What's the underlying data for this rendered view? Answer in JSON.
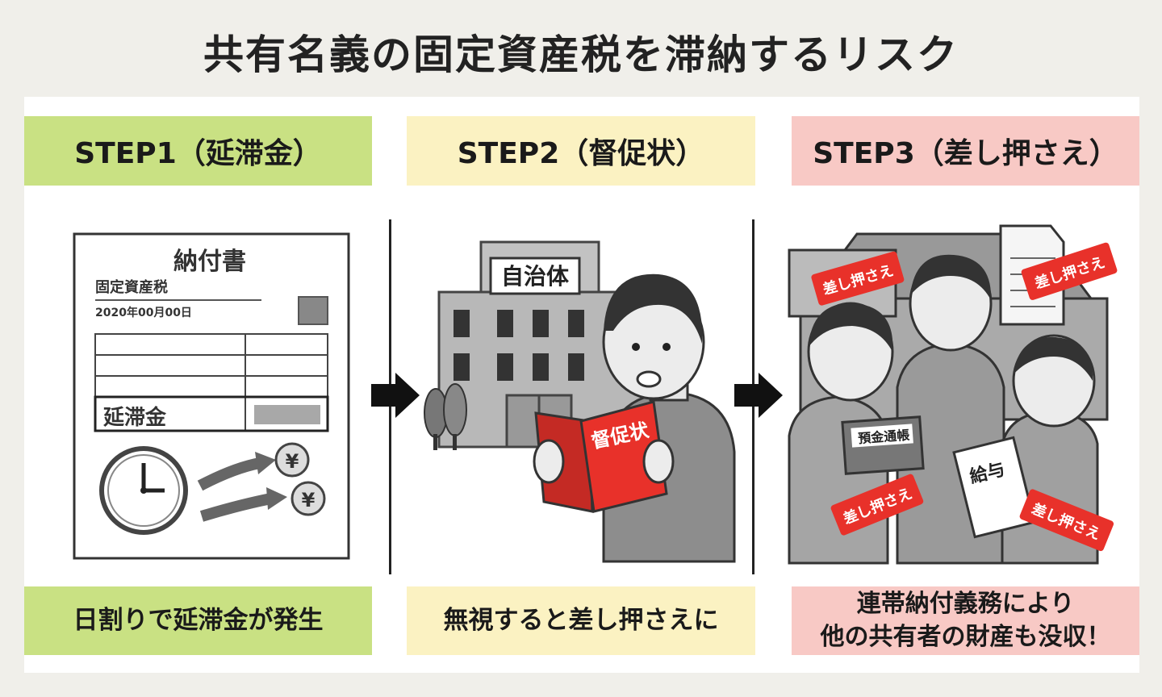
{
  "title": "共有名義の固定資産税を滞納するリスク",
  "steps": [
    {
      "header": "STEP1（延滞金）",
      "caption": "日割りで延滞金が発生",
      "illustration": {
        "doc_title": "納付書",
        "doc_subtitle": "固定資産税",
        "doc_date": "2020年00月00日",
        "row_label": "延滞金",
        "coin_symbol": "¥",
        "icons": [
          "clock-icon",
          "arrow-icon",
          "yen-coin-icon"
        ]
      }
    },
    {
      "header": "STEP2（督促状）",
      "caption": "無視すると差し押さえに",
      "illustration": {
        "building_sign": "自治体",
        "letter_label": "督促状",
        "icons": [
          "building-icon",
          "tree-icon",
          "person-icon"
        ]
      }
    },
    {
      "header": "STEP3（差し押さえ）",
      "caption_lines": [
        "連帯納付義務により",
        "他の共有者の財産も没収！"
      ],
      "illustration": {
        "tag_label": "差し押さえ",
        "bankbook_label": "預金通帳",
        "salary_label": "給与",
        "icons": [
          "house-icon",
          "family-icon",
          "seizure-tag-icon"
        ]
      }
    }
  ],
  "colors": {
    "step1": "#c9e183",
    "step2": "#fbf2c2",
    "step3": "#f8c9c5",
    "accent_red": "#e8312a",
    "background": "#f0efea"
  }
}
